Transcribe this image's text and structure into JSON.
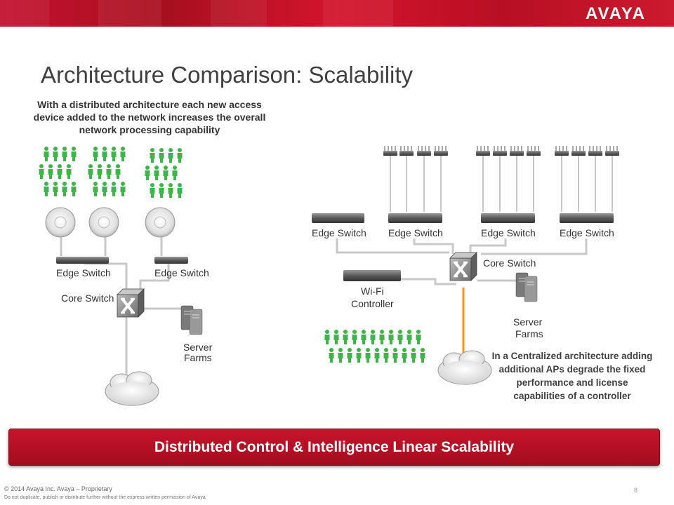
{
  "header": {
    "logo_text": "AVAYA"
  },
  "slide": {
    "title": "Architecture Comparison: Scalability",
    "left_description": "With a distributed architecture each new access device added to the network increases the overall  network processing capability",
    "right_description": "In a Centralized architecture adding additional APs degrade  the fixed performance and license capabilities of a  controller",
    "banner": "Distributed Control & Intelligence Linear Scalability"
  },
  "left_diagram": {
    "edge_switch_1": "Edge Switch",
    "edge_switch_2": "Edge Switch",
    "core_switch": "Core Switch",
    "server_farms_1": "Server",
    "server_farms_2": "Farms"
  },
  "right_diagram": {
    "edge_switches": [
      "Edge Switch",
      "Edge Switch",
      "Edge Switch",
      "Edge Switch"
    ],
    "core_switch": "Core Switch",
    "wifi_controller_1": "Wi-Fi",
    "wifi_controller_2": "Controller",
    "server_farms_1": "Server",
    "server_farms_2": "Farms"
  },
  "footer": {
    "copyright": "© 2014 Avaya Inc. Avaya – Proprietary",
    "notice": "Do not duplicate, publish or distribute further without the express written permission of Avaya.",
    "page_number": "8"
  },
  "colors": {
    "brand_red": "#c41230",
    "people_green": "#3db54a",
    "uplink_orange": "#f7941d"
  },
  "icons": [
    "person-icon",
    "access-point-icon",
    "switch-icon",
    "core-switch-icon",
    "server-icon",
    "cloud-icon",
    "antenna-ap-icon"
  ]
}
